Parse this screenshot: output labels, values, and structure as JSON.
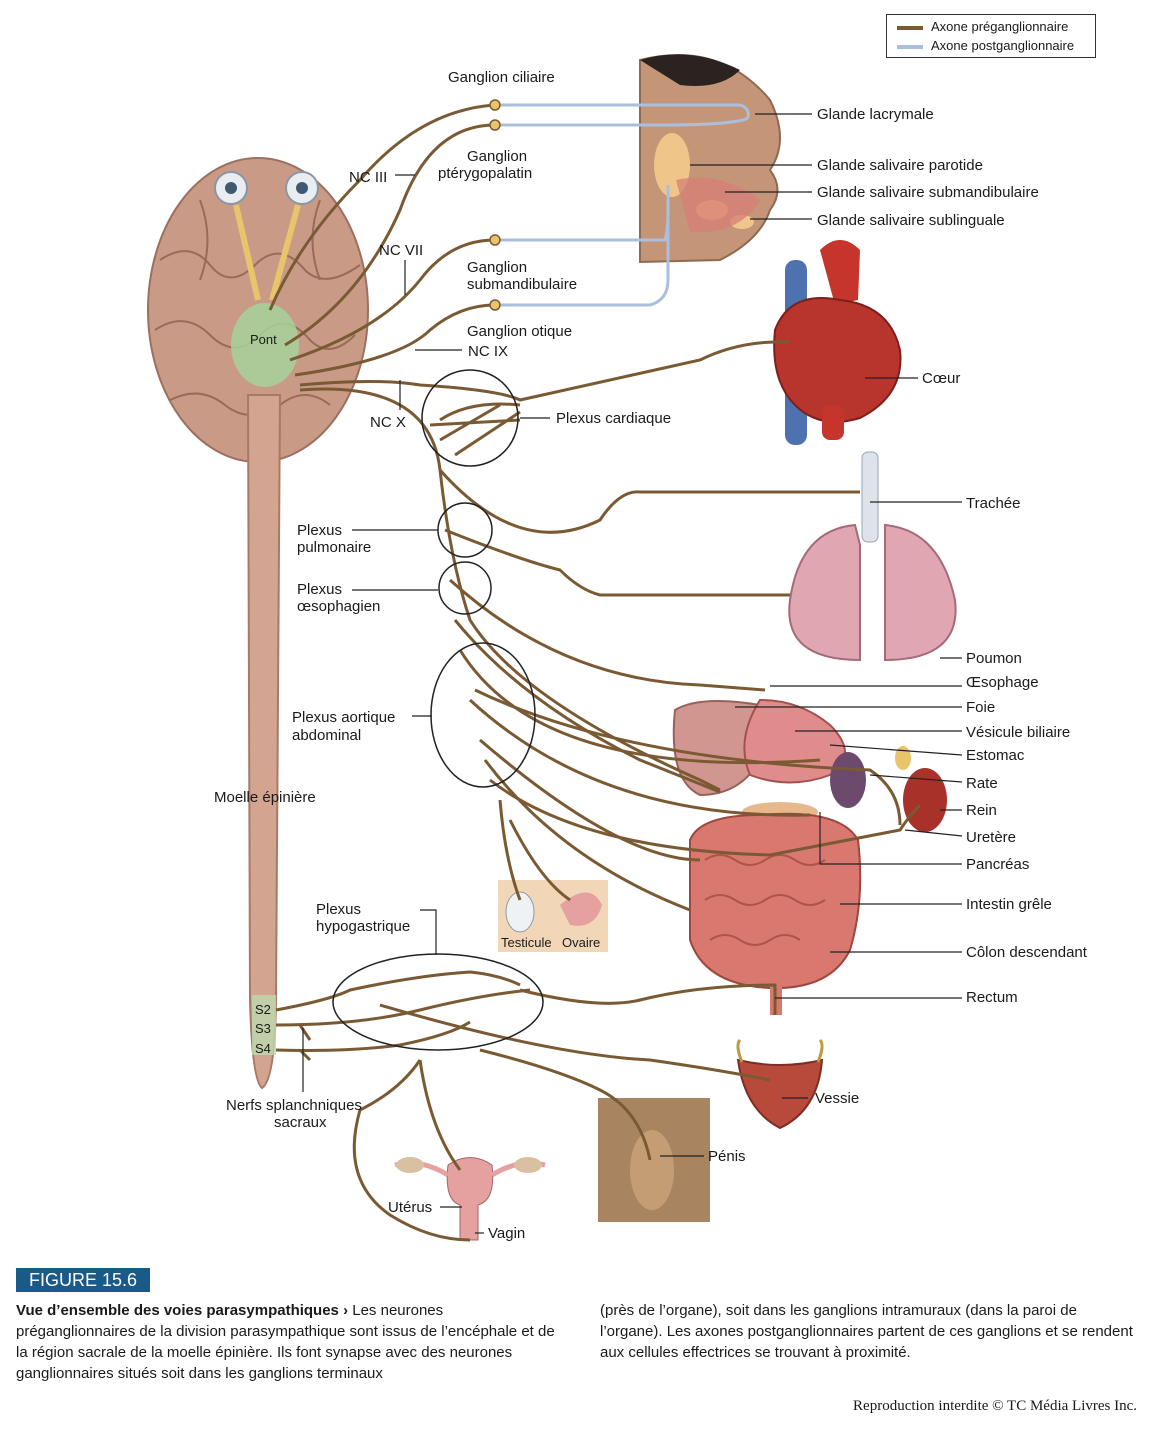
{
  "colors": {
    "preganglionic": "#7a5a33",
    "postganglionic": "#a9bfdc",
    "brain": "#c99b87",
    "heart": "#b8352e",
    "lung": "#e0a6b2",
    "intestine": "#d8786e",
    "figure_badge": "#1a5a88"
  },
  "legend": {
    "preganglionic": "Axone préganglionnaire",
    "postganglionic": "Axone postganglionnaire"
  },
  "labels": {
    "ganglion_ciliaire": "Ganglion ciliaire",
    "ganglion_pterygo_1": "Ganglion",
    "ganglion_pterygo_2": "ptérygopalatin",
    "ganglion_submand_1": "Ganglion",
    "ganglion_submand_2": "submandibulaire",
    "ganglion_otique": "Ganglion otique",
    "nc3": "NC III",
    "nc7": "NC VII",
    "nc9": "NC IX",
    "nc10": "NC X",
    "pont": "Pont",
    "glande_lacrymale": "Glande lacrymale",
    "glande_parotide": "Glande salivaire parotide",
    "glande_submand": "Glande salivaire submandibulaire",
    "glande_subling": "Glande salivaire sublinguale",
    "coeur": "Cœur",
    "plexus_cardiaque": "Plexus cardiaque",
    "trachee": "Trachée",
    "plexus_pulm_1": "Plexus",
    "plexus_pulm_2": "pulmonaire",
    "plexus_oeso_1": "Plexus",
    "plexus_oeso_2": "œsophagien",
    "poumon": "Poumon",
    "oesophage": "Œsophage",
    "foie": "Foie",
    "plexus_aort_1": "Plexus aortique",
    "plexus_aort_2": "abdominal",
    "vesicule": "Vésicule biliaire",
    "estomac": "Estomac",
    "rate": "Rate",
    "rein": "Rein",
    "uretere": "Uretère",
    "moelle": "Moelle épinière",
    "pancreas": "Pancréas",
    "intestin": "Intestin grêle",
    "testicule": "Testicule",
    "ovaire": "Ovaire",
    "plexus_hypo_1": "Plexus",
    "plexus_hypo_2": "hypogastrique",
    "colon": "Côlon descendant",
    "rectum": "Rectum",
    "s2": "S2",
    "s3": "S3",
    "s4": "S4",
    "nerfs_1": "Nerfs splanchniques",
    "nerfs_2": "sacraux",
    "vessie": "Vessie",
    "penis": "Pénis",
    "uterus": "Utérus",
    "vagin": "Vagin"
  },
  "caption": {
    "figure_number": "FIGURE 15.6",
    "title": "Vue d’ensemble des voies parasympathiques",
    "arrow": "›",
    "col1_text": "Les neurones préganglionnaires de la division parasympathique sont issus de l’encéphale et de la région sacrale de la moelle épinière. Ils font synapse avec des neurones ganglionnaires situés soit dans les ganglions terminaux",
    "col2_text": "(près de l’organe), soit dans les ganglions intramuraux (dans la paroi de l’organe). Les axones postganglionnaires partent de ces ganglions et se rendent aux cellules effectrices se trouvant à proximité.",
    "copyright": "Reproduction interdite © TC Média Livres Inc."
  }
}
